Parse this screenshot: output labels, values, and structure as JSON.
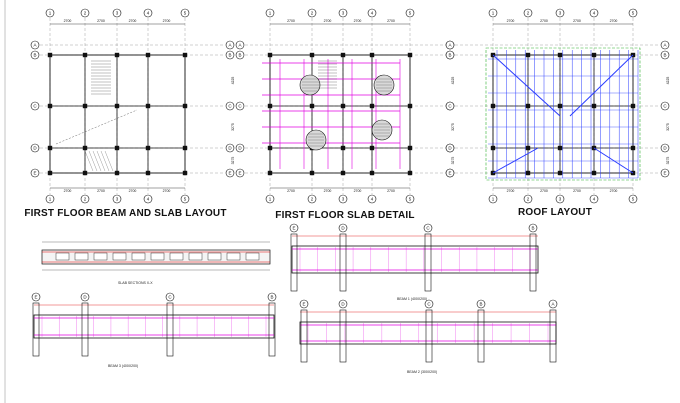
{
  "titles": {
    "beam_slab_layout": "FIRST FLOOR BEAM AND SLAB LAYOUT",
    "slab_detail": "FIRST FLOOR SLAB DETAIL",
    "roof_layout": "ROOF LAYOUT"
  },
  "section_labels": {
    "slab_sections": "SLAB SECTIONS X-X",
    "beam_1": "BEAM 1 (400X200)",
    "beam_3": "BEAM 3 (400X200)",
    "beam_2": "BEAM 2 (300X200)"
  },
  "grid": {
    "columns": [
      "1",
      "2",
      "3",
      "4",
      "5"
    ],
    "rows": [
      "A",
      "B",
      "C",
      "D",
      "E"
    ],
    "top_dims": [
      "2700",
      "2700",
      "2700",
      "2700"
    ],
    "side_dims": [
      "4225",
      "3275",
      "3275"
    ]
  },
  "beam_grid_labels": {
    "beam_1": [
      "E",
      "D",
      "C",
      "B"
    ],
    "beam_3": [
      "E",
      "D",
      "C",
      "B"
    ],
    "beam_2": [
      "E",
      "D",
      "C",
      "B",
      "A"
    ]
  },
  "colors": {
    "line": "#111111",
    "magenta": "#e000e0",
    "blue": "#2a3cff",
    "green": "#2fb02f",
    "red": "#e00000"
  }
}
